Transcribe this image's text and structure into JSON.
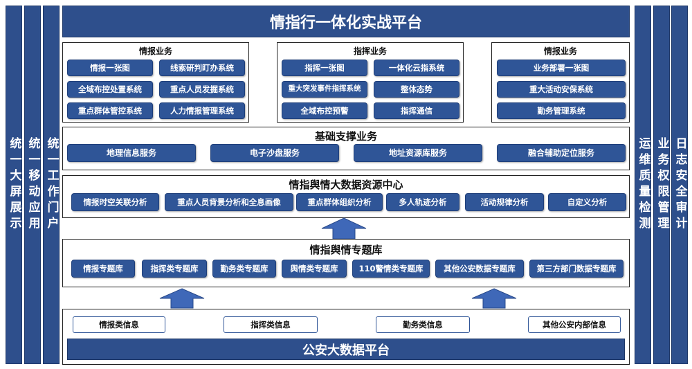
{
  "top_banner": "情指行一体化实战平台",
  "left_columns": [
    "统一大屏展示",
    "统一移动应用",
    "统一工作门户"
  ],
  "right_columns": [
    "运维质量检测",
    "业务权限管理",
    "日志安全审计"
  ],
  "business": [
    {
      "title": "情报业务",
      "items": [
        "情报一张图",
        "线索研判盯办系统",
        "全域布控处置系统",
        "重点人员发掘系统",
        "重点群体管控系统",
        "人力情报管理系统"
      ]
    },
    {
      "title": "指挥业务",
      "items": [
        "指挥一张图",
        "一体化云指系统",
        "重大突发事件指挥系统",
        "整体态势",
        "全域布控预警",
        "指挥通信"
      ]
    },
    {
      "title": "情报业务",
      "items": [
        "业务部署一张图",
        "重大活动安保系统",
        "勤务管理系统"
      ]
    }
  ],
  "foundation": {
    "title": "基础支撑业务",
    "items": [
      "地理信息服务",
      "电子沙盘服务",
      "地址资源库服务",
      "融合辅助定位服务"
    ]
  },
  "data_center": {
    "title": "情指舆情大数据资源中心",
    "items": [
      "情报时空关联分析",
      "重点人员背景分析和全息画像",
      "重点群体组织分析",
      "多人轨迹分析",
      "活动规律分析",
      "自定义分析"
    ]
  },
  "topic_db": {
    "title": "情指舆情专题库",
    "items": [
      "情报专题库",
      "指挥类专题库",
      "勤务类专题库",
      "舆情类专题库",
      "110警情类专题库",
      "其他公安数据专题库",
      "第三方部门数据专题库"
    ]
  },
  "sources": {
    "items": [
      "情报类信息",
      "指挥类信息",
      "勤务类信息",
      "其他公安内部信息"
    ],
    "platform": "公安大数据平台"
  },
  "colors": {
    "primary": "#2f5597",
    "banner": "#2e4f8c",
    "border": "#222222"
  }
}
